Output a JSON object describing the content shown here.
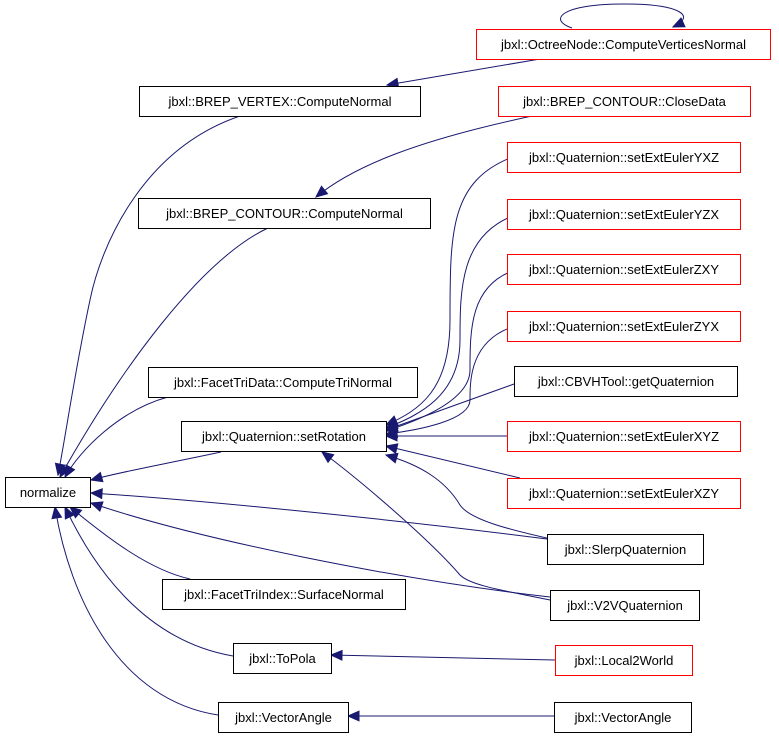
{
  "colors": {
    "root_fill": "#bfbfbf",
    "root_stroke": "#000000",
    "black_stroke": "#000000",
    "red_stroke": "#ff0000",
    "edge": "#191970"
  },
  "nodes": {
    "normalize": {
      "label": "normalize",
      "border": "root"
    },
    "bv_computenormal": {
      "label": "jbxl::BREP_VERTEX::ComputeNormal",
      "border": "black"
    },
    "bc_computenormal": {
      "label": "jbxl::BREP_CONTOUR::ComputeNormal",
      "border": "black"
    },
    "ftd_computetrinormal": {
      "label": "jbxl::FacetTriData::ComputeTriNormal",
      "border": "black"
    },
    "q_setrotation": {
      "label": "jbxl::Quaternion::setRotation",
      "border": "black"
    },
    "fti_surfacenormal": {
      "label": "jbxl::FacetTriIndex::SurfaceNormal",
      "border": "black"
    },
    "topola": {
      "label": "jbxl::ToPola",
      "border": "black"
    },
    "vectorangle_l": {
      "label": "jbxl::VectorAngle",
      "border": "black"
    },
    "octree_cvn": {
      "label": "jbxl::OctreeNode::ComputeVerticesNormal",
      "border": "red"
    },
    "bc_closedata": {
      "label": "jbxl::BREP_CONTOUR::CloseData",
      "border": "red"
    },
    "euler_yxz": {
      "label": "jbxl::Quaternion::setExtEulerYXZ",
      "border": "red"
    },
    "euler_yzx": {
      "label": "jbxl::Quaternion::setExtEulerYZX",
      "border": "red"
    },
    "euler_zxy": {
      "label": "jbxl::Quaternion::setExtEulerZXY",
      "border": "red"
    },
    "euler_zyx": {
      "label": "jbxl::Quaternion::setExtEulerZYX",
      "border": "red"
    },
    "cbvh_getquat": {
      "label": "jbxl::CBVHTool::getQuaternion",
      "border": "black"
    },
    "euler_xyz": {
      "label": "jbxl::Quaternion::setExtEulerXYZ",
      "border": "red"
    },
    "euler_xzy": {
      "label": "jbxl::Quaternion::setExtEulerXZY",
      "border": "red"
    },
    "slerp": {
      "label": "jbxl::SlerpQuaternion",
      "border": "black"
    },
    "v2v": {
      "label": "jbxl::V2VQuaternion",
      "border": "black"
    },
    "local2world": {
      "label": "jbxl::Local2World",
      "border": "red"
    },
    "vectorangle_r": {
      "label": "jbxl::VectorAngle",
      "border": "black"
    }
  },
  "edges": [
    {
      "from": "octree_cvn",
      "to": "octree_cvn"
    },
    {
      "from": "octree_cvn",
      "to": "bv_computenormal"
    },
    {
      "from": "bc_closedata",
      "to": "bc_computenormal"
    },
    {
      "from": "euler_yxz",
      "to": "q_setrotation"
    },
    {
      "from": "euler_yzx",
      "to": "q_setrotation"
    },
    {
      "from": "euler_zxy",
      "to": "q_setrotation"
    },
    {
      "from": "euler_zyx",
      "to": "q_setrotation"
    },
    {
      "from": "cbvh_getquat",
      "to": "q_setrotation"
    },
    {
      "from": "euler_xyz",
      "to": "q_setrotation"
    },
    {
      "from": "euler_xzy",
      "to": "q_setrotation"
    },
    {
      "from": "slerp",
      "to": "q_setrotation"
    },
    {
      "from": "v2v",
      "to": "q_setrotation"
    },
    {
      "from": "bv_computenormal",
      "to": "normalize"
    },
    {
      "from": "bc_computenormal",
      "to": "normalize"
    },
    {
      "from": "ftd_computetrinormal",
      "to": "normalize"
    },
    {
      "from": "q_setrotation",
      "to": "normalize"
    },
    {
      "from": "slerp",
      "to": "normalize"
    },
    {
      "from": "v2v",
      "to": "normalize"
    },
    {
      "from": "fti_surfacenormal",
      "to": "normalize"
    },
    {
      "from": "topola",
      "to": "normalize"
    },
    {
      "from": "vectorangle_l",
      "to": "normalize"
    },
    {
      "from": "local2world",
      "to": "topola"
    },
    {
      "from": "vectorangle_r",
      "to": "vectorangle_l"
    }
  ]
}
